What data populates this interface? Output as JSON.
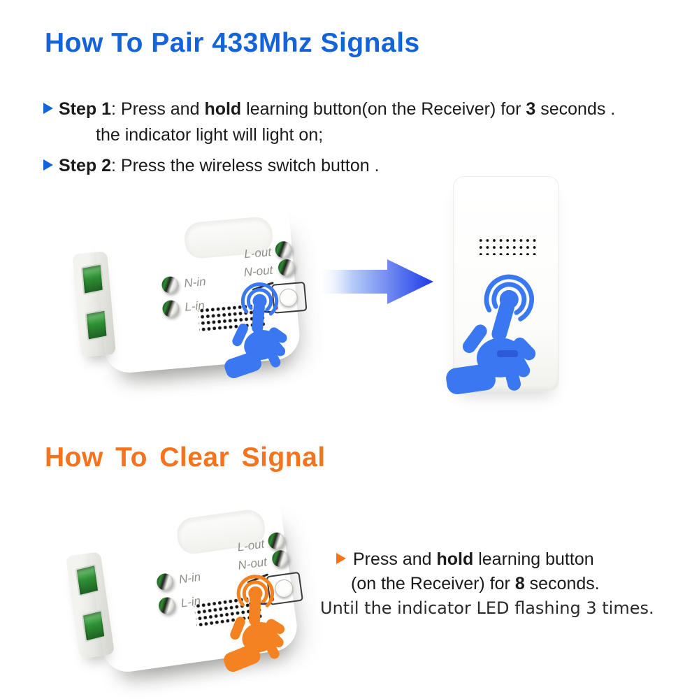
{
  "colors": {
    "title_blue": "#1563d8",
    "title_orange": "#f4731f",
    "hand_blue": "#3a78f2",
    "hand_orange": "#f58220",
    "arrow_blue": "#1b3ae8",
    "text_dark": "#1b1b1b",
    "device_label_gray": "#8f8f88",
    "terminal_green": "#2f9135",
    "led_red": "#c6251d",
    "switch_slot_blue": "#2d5bd8",
    "dot_black": "#161616"
  },
  "pair_section": {
    "title": "How To Pair 433Mhz Signals",
    "step1_label": "Step 1",
    "step1_pre": ": Press and ",
    "step1_bold1": "hold",
    "step1_mid": " learning button(on the Receiver) for ",
    "step1_bold2": "3",
    "step1_end": " seconds .",
    "step1_line2": "the indicator light will light on;",
    "step2_label": "Step 2",
    "step2_text": ": Press the wireless switch button ."
  },
  "clear_section": {
    "title": "How To Clear Signal",
    "line1_pre": "Press and ",
    "line1_bold": "hold",
    "line1_end": " learning button",
    "line2_pre": "(on the Receiver) for ",
    "line2_bold": "8",
    "line2_end": " seconds.",
    "line3": "Until the indicator LED flashing 3 times."
  },
  "receiver": {
    "n_in": "N-in",
    "l_in": "L-in",
    "l_out": "L-out",
    "n_out": "N-out"
  }
}
